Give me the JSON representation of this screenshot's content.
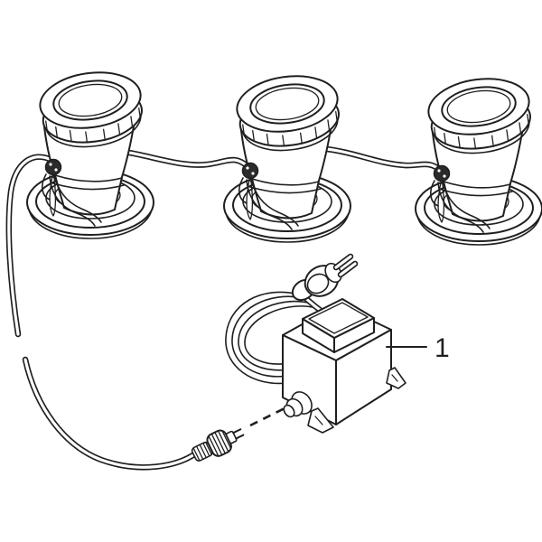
{
  "figure": {
    "type": "installation-diagram",
    "background_color": "#ffffff",
    "line_color": "#1f1f1f",
    "callout": {
      "label": "1"
    },
    "parts": [
      {
        "name": "underwater-spotlight-left"
      },
      {
        "name": "underwater-spotlight-middle"
      },
      {
        "name": "underwater-spotlight-right"
      },
      {
        "name": "connection-cable-left-to-middle"
      },
      {
        "name": "connection-cable-middle-to-right"
      },
      {
        "name": "drop-cable-with-connector"
      },
      {
        "name": "screw-cable-connector"
      },
      {
        "name": "transformer-box"
      },
      {
        "name": "coiled-mains-cable"
      },
      {
        "name": "power-plug"
      }
    ]
  }
}
